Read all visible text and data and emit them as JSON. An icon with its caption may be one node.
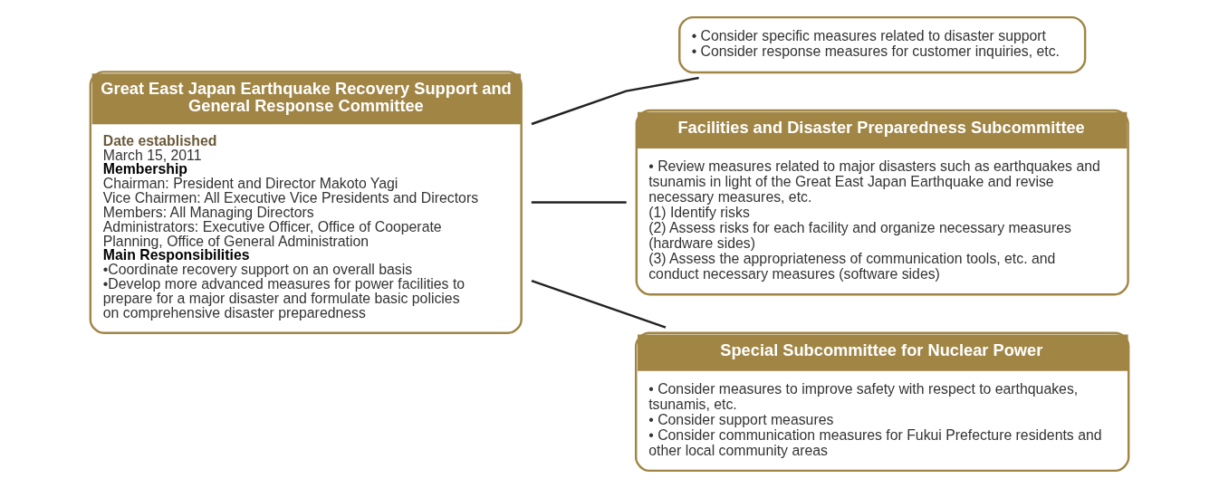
{
  "diagram": {
    "nodes": [
      {
        "text": [
          "Great East Japan Earthquake Recovery Support and General Response Committee",
          "Date established",
          "March 15, 2011",
          "Membership",
          "Chairman: President and Director Makoto Yagi",
          "Vice Chairmen: All Executive Vice Presidents and Directors",
          "Members: All Managing Directors",
          "Administrators: Executive Officer, Office of Cooperate Planning, Office of General Administration",
          "Main Responsibilities",
          "•Coordinate recovery support on an overall basis",
          "•Develop more advanced measures for power facilities to prepare for a major disaster and formulate basic policies on comprehensive disaster preparedness"
        ]
      },
      {
        "text": [
          "• Consider specific measures related to disaster support",
          "• Consider response measures for customer inquiries, etc."
        ]
      },
      {
        "text": [
          "Facilities and Disaster Preparedness Subcommittee",
          "• Review measures related to major disasters such as earthquakes and tsunamis in light of the Great East Japan Earthquake and revise necessary measures, etc.",
          "(1) Identify risks",
          "(2) Assess risks for each facility and organize necessary measures (hardware sides)",
          "(3) Assess the appropriateness of communication tools, etc. and conduct necessary measures (software sides)"
        ]
      },
      {
        "text": [
          "Special Subcommittee for Nuclear Power",
          "• Consider measures to improve safety with respect to earthquakes, tsunamis, etc.",
          "• Consider support measures",
          "• Consider communication measures for Fukui Prefecture residents and other local community areas"
        ]
      }
    ],
    "edges": [
      {
        "from": 0,
        "to": 1,
        "arrow": "none"
      },
      {
        "from": 0,
        "to": 2,
        "arrow": "none"
      },
      {
        "from": 0,
        "to": 3,
        "arrow": "none"
      }
    ]
  }
}
